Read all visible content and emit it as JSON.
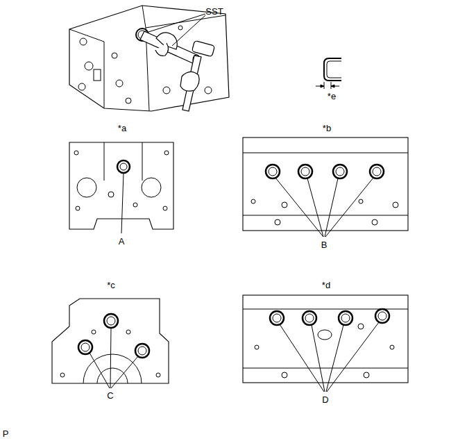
{
  "diagram": {
    "labels": [
      "SST",
      "*e",
      "*a",
      "*b",
      "A",
      "B",
      "*c",
      "*d",
      "C",
      "D",
      "P"
    ]
  }
}
